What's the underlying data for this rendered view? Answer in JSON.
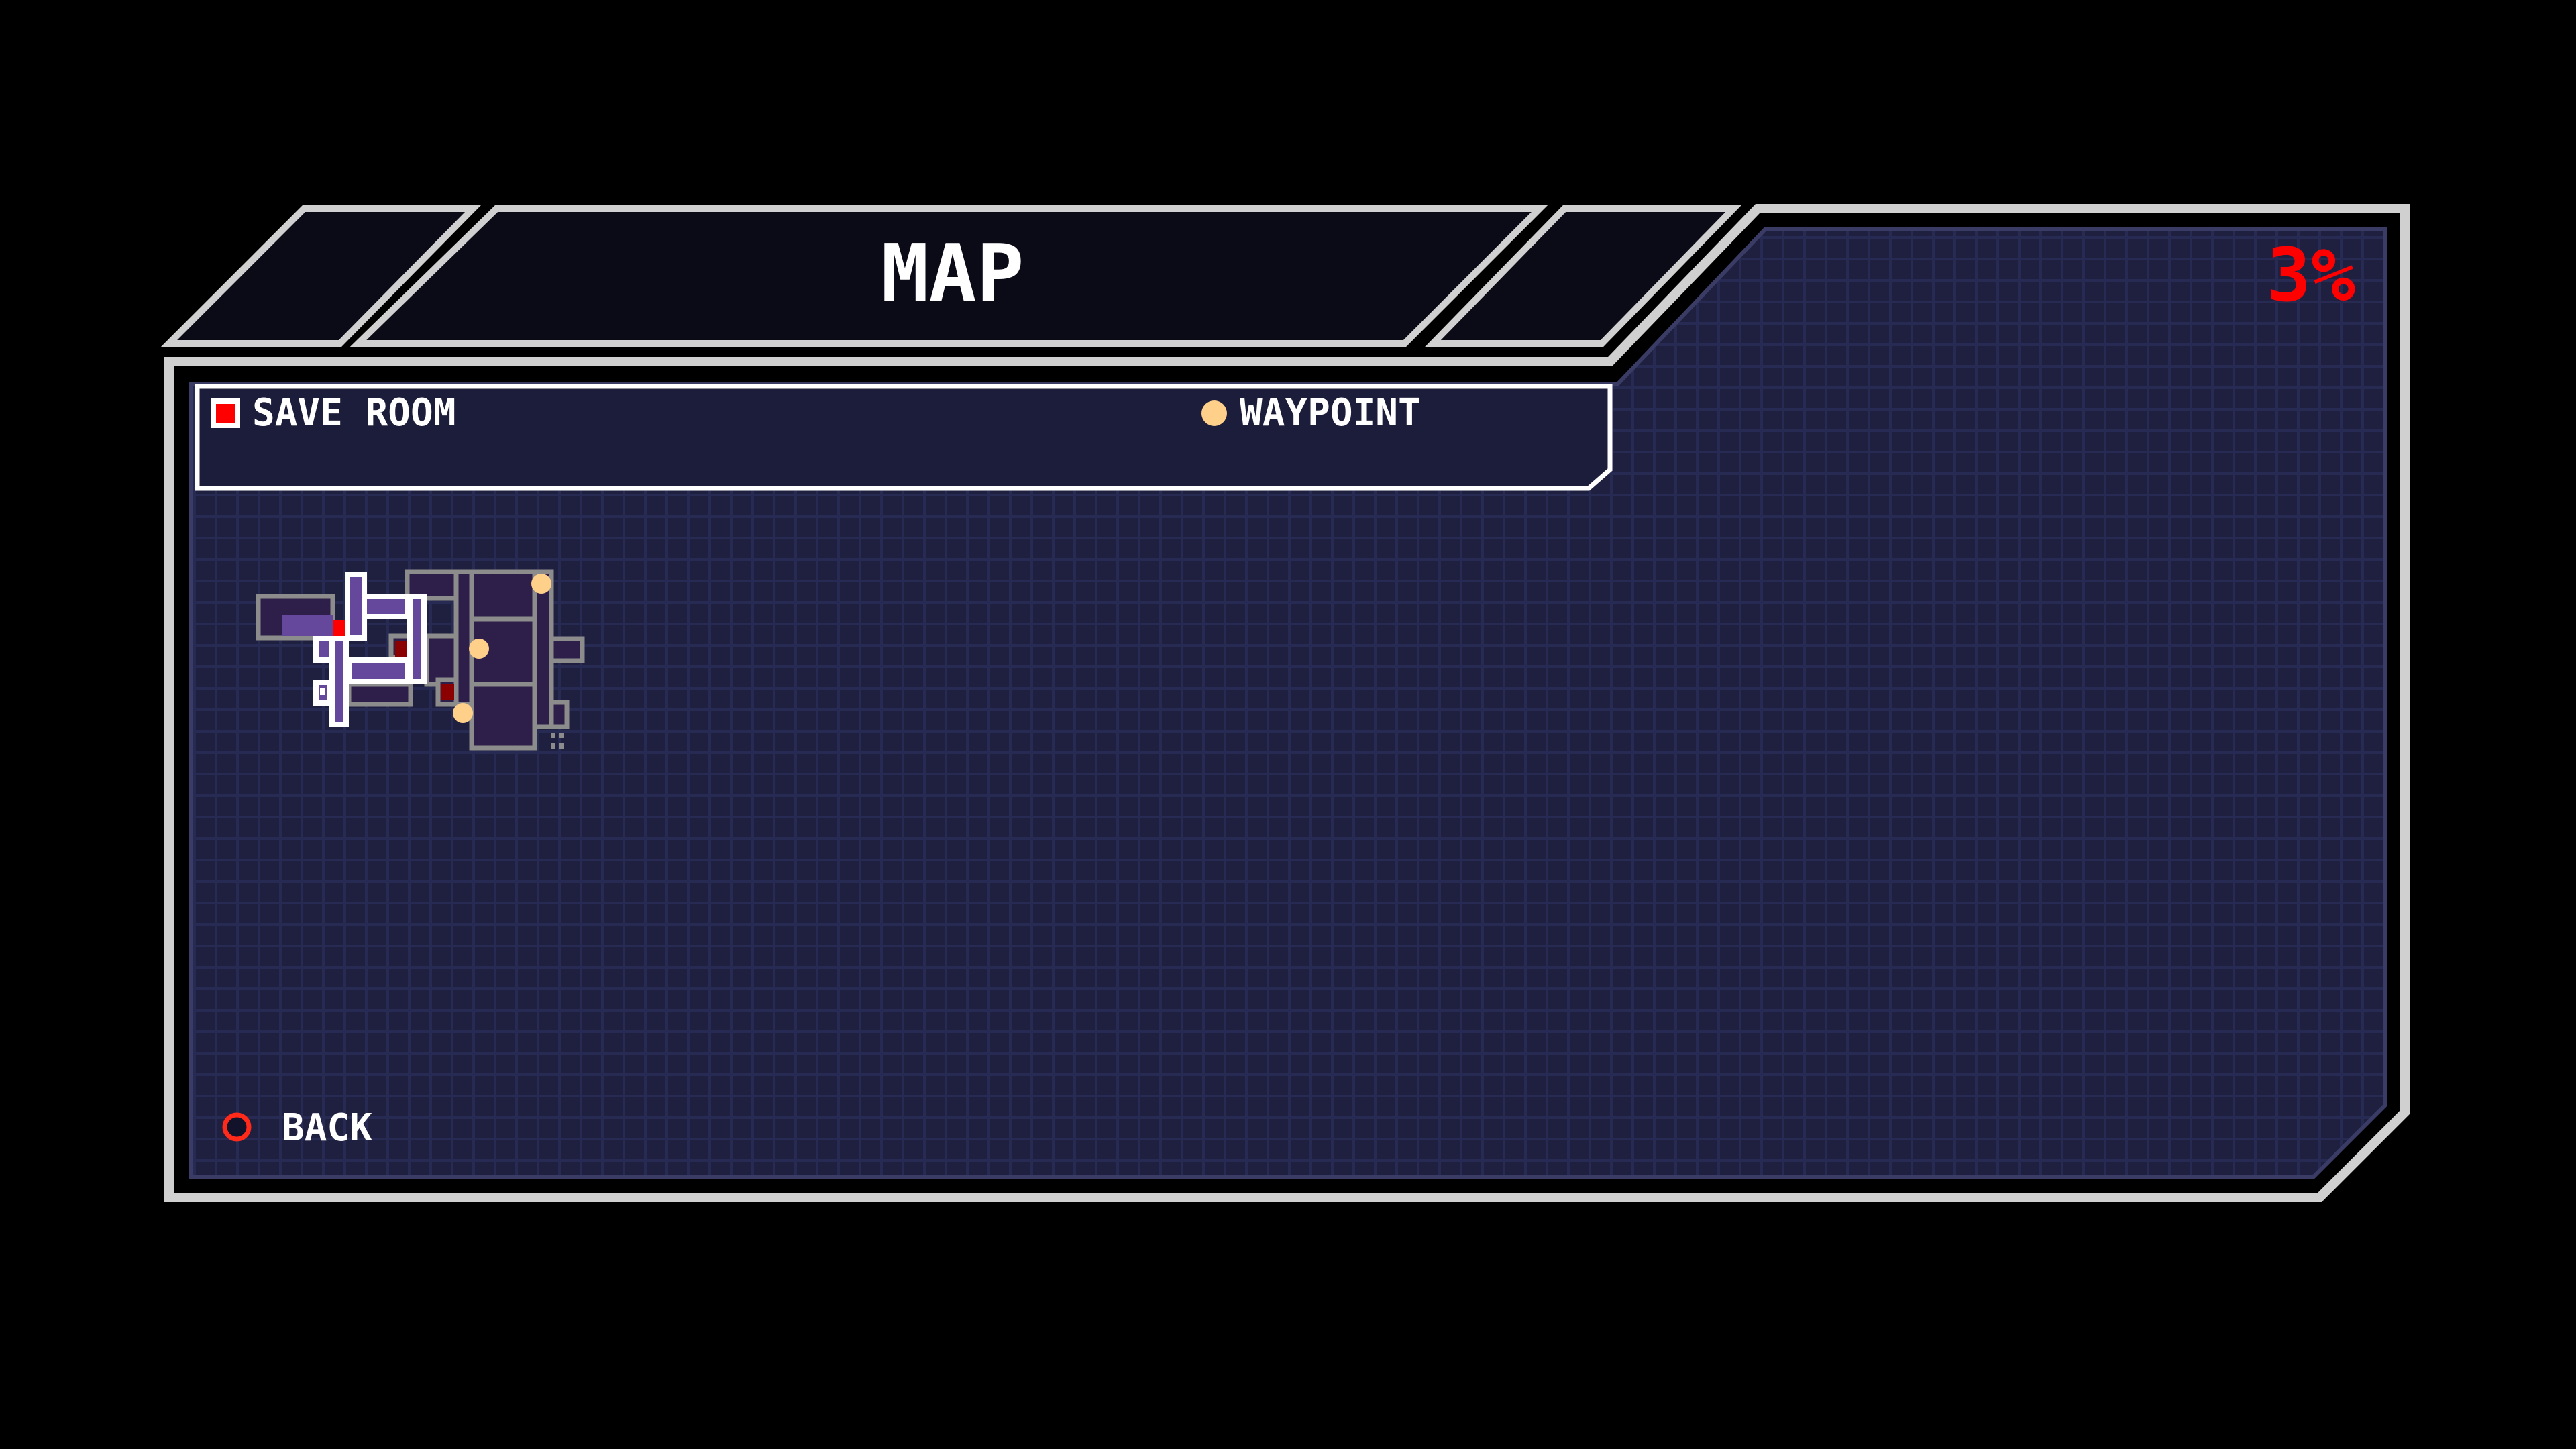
{
  "header": {
    "title": "MAP"
  },
  "completion": {
    "percent_label": "3%",
    "value_percent": 3
  },
  "legend": {
    "save_room_label": "SAVE ROOM",
    "waypoint_label": "WAYPOINT"
  },
  "footer": {
    "back_label": "BACK",
    "back_icon": "circle-button-icon"
  },
  "colors": {
    "panel_bg": "#1f2040",
    "header_bg": "#0b0b17",
    "frame": "#d0d0d0",
    "save_room": "#ff0000",
    "waypoint": "#ffd08a",
    "percent": "#ff0000",
    "visited_room": "#65479b",
    "unvisited_room": "#2e1f4a",
    "locked_room": "#8b0000",
    "exit_room": "#008000"
  }
}
